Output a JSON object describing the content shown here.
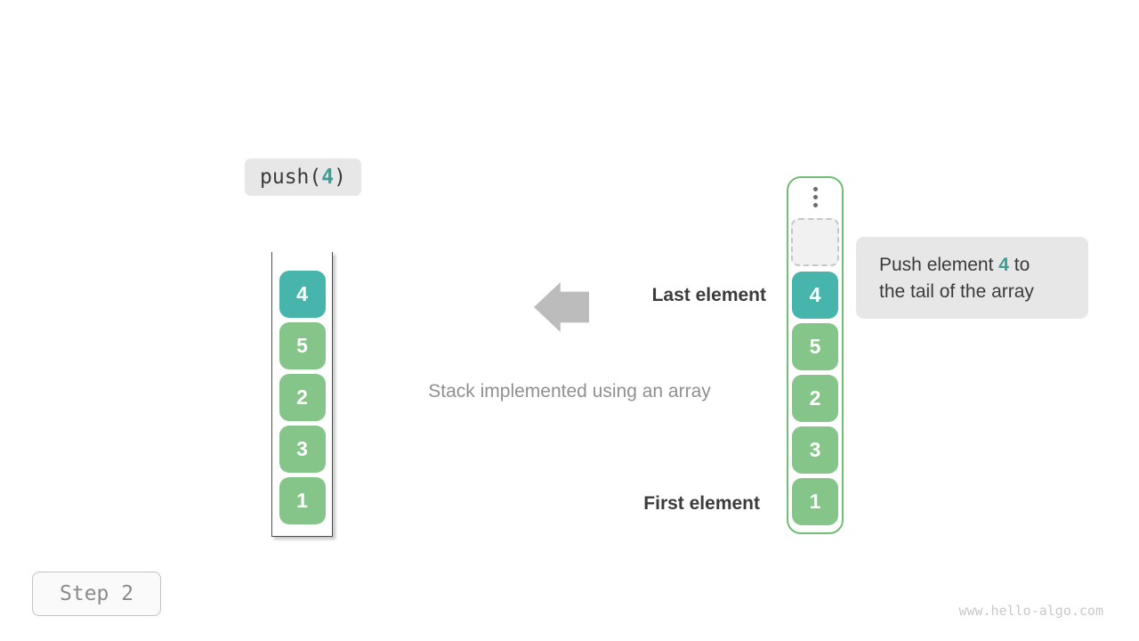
{
  "colors": {
    "teal": "#47b5ab",
    "teal_text": "#3a9f94",
    "green": "#85c589",
    "border_green": "#6fbe74",
    "arrow_gray": "#bcbcbc",
    "label_bg": "#e7e7e7",
    "dark_text": "#3b3b3b",
    "gray_text": "#909090",
    "step_text": "#8c8c8c",
    "watermark_gray": "#c9c9c9",
    "container_line": "#4e4e4e"
  },
  "operation_label": {
    "prefix": "push(",
    "value": "4",
    "suffix": ")"
  },
  "left_stack": {
    "values": [
      "4",
      "5",
      "2",
      "3",
      "1"
    ]
  },
  "right_stack": {
    "values": [
      "4",
      "5",
      "2",
      "3",
      "1"
    ]
  },
  "labels": {
    "last_element": "Last element",
    "first_element": "First element",
    "caption": "Stack implemented using an array"
  },
  "callout": {
    "prefix": "Push element ",
    "value": "4",
    "suffix": " to the tail of the array"
  },
  "step_badge": "Step 2",
  "watermark": "www.hello-algo.com"
}
